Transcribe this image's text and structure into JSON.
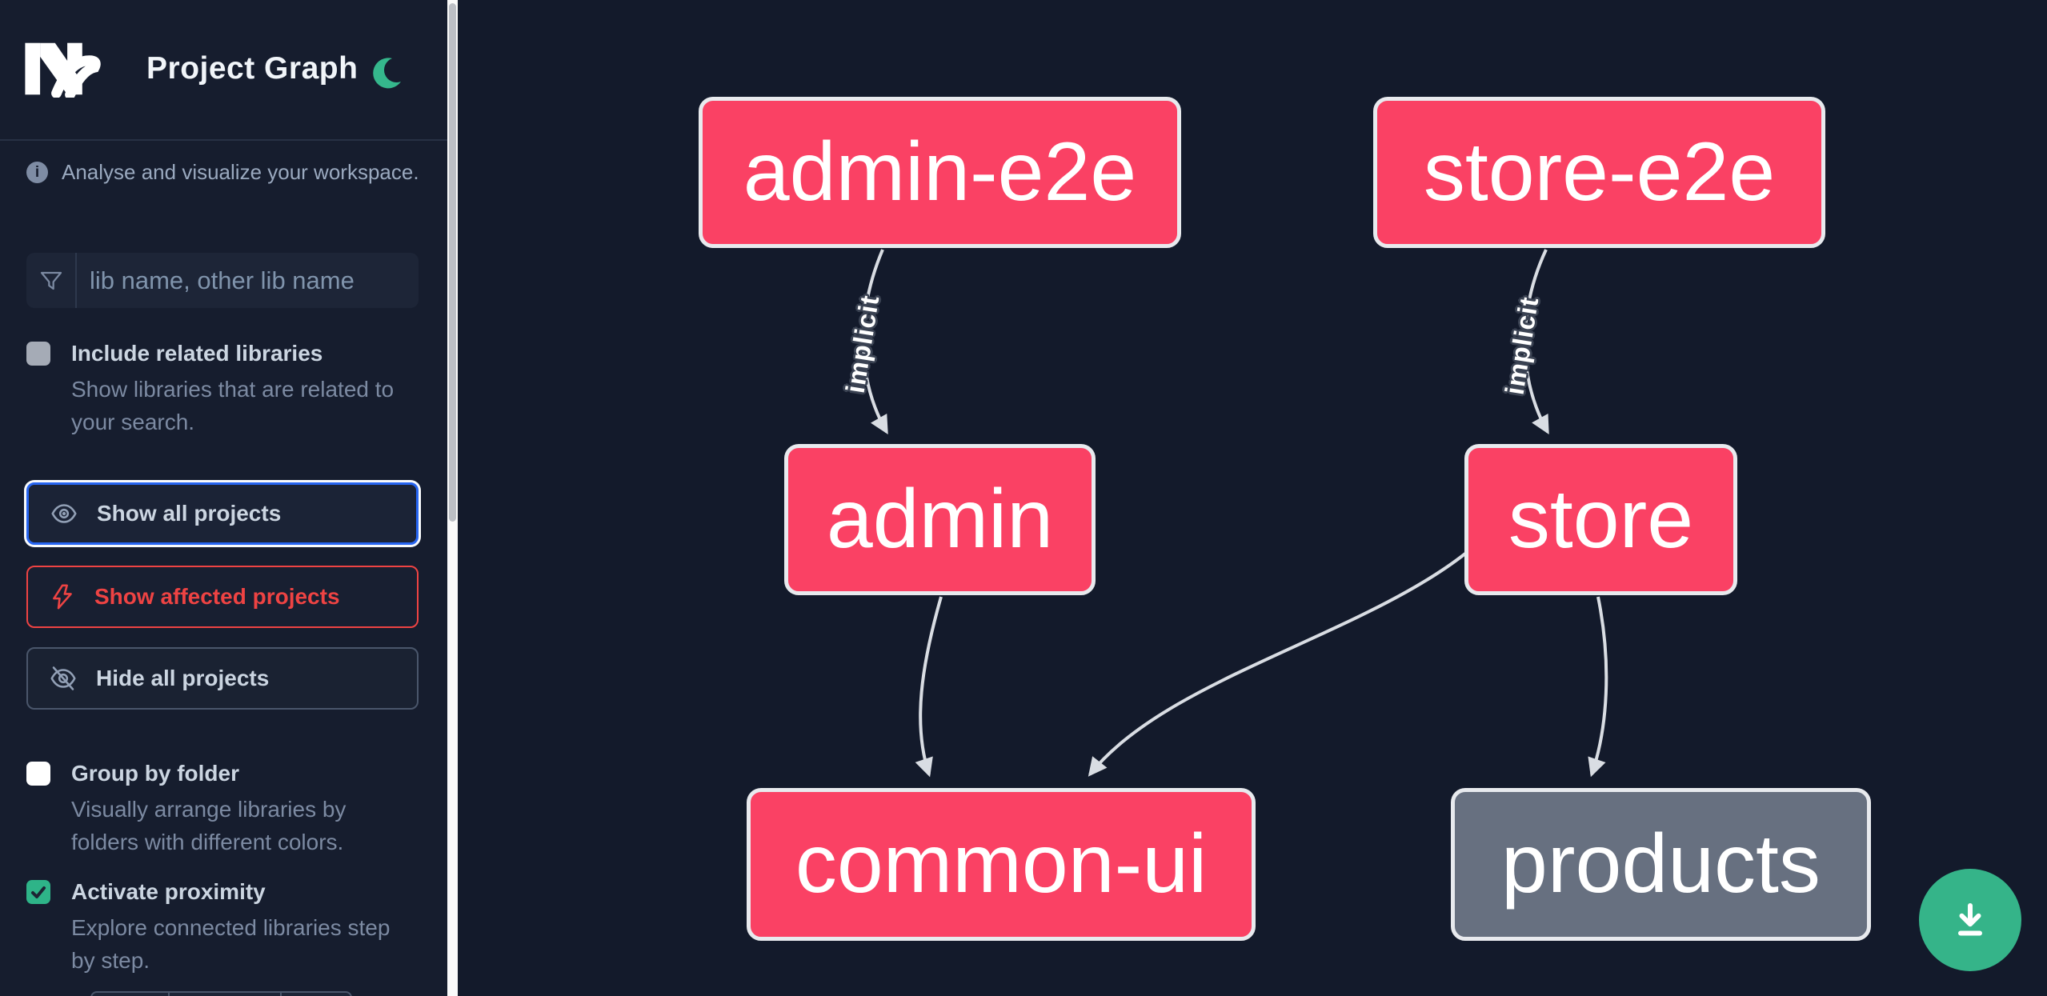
{
  "app": {
    "logo_text": "Nx",
    "title": "Project Graph"
  },
  "sidebar": {
    "info_text": "Analyse and visualize your workspace.",
    "search_placeholder": "lib name, other lib name",
    "related": {
      "label": "Include related libraries",
      "description": "Show libraries that are related to\nyour search.",
      "checked": false
    },
    "actions": {
      "show_all": "Show all projects",
      "show_affected": "Show affected projects",
      "hide_all": "Hide all projects"
    },
    "group_by_folder": {
      "label": "Group by folder",
      "description": "Visually arrange libraries by\nfolders with different colors.",
      "checked": false
    },
    "proximity": {
      "label": "Activate proximity",
      "description": "Explore connected libraries step\nby step.",
      "checked": true
    }
  },
  "graph": {
    "nodes": [
      {
        "label": "admin-e2e",
        "color": "pink"
      },
      {
        "label": "store-e2e",
        "color": "pink"
      },
      {
        "label": "admin",
        "color": "pink"
      },
      {
        "label": "store",
        "color": "pink"
      },
      {
        "label": "common-ui",
        "color": "pink"
      },
      {
        "label": "products",
        "color": "gray"
      }
    ],
    "edges": [
      {
        "from": "admin-e2e",
        "to": "admin",
        "label": "implicit"
      },
      {
        "from": "store-e2e",
        "to": "store",
        "label": "implicit"
      },
      {
        "from": "admin",
        "to": "common-ui",
        "label": ""
      },
      {
        "from": "store",
        "to": "common-ui",
        "label": ""
      },
      {
        "from": "store",
        "to": "products",
        "label": ""
      }
    ]
  },
  "icons": {
    "moon": "dark-mode-toggle",
    "info": "info-circle",
    "funnel": "filter-funnel",
    "eye": "show-eye",
    "bolt": "affected-lightning",
    "eye_off": "hide-eye-slash",
    "download": "save-image-download"
  },
  "colors": {
    "node_pink": "#fa4164",
    "node_gray": "#677080",
    "node_border": "#e8eaee",
    "edge": "#d9dde3",
    "accent_green": "#35b489",
    "focus_blue": "#2765f1",
    "affected_red": "#ee4343",
    "sidebar_bg": "#161d2e",
    "canvas_bg": "#131a2b"
  }
}
